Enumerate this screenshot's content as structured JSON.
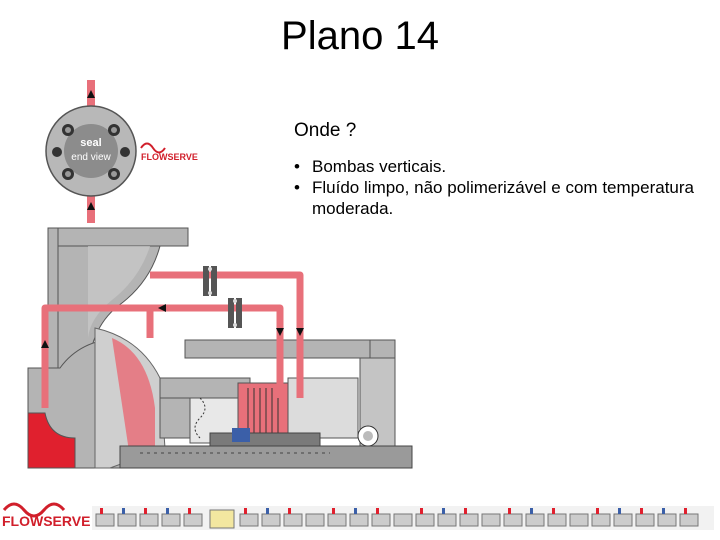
{
  "slide": {
    "title": "Plano 14",
    "heading": "Onde ?",
    "bullets": [
      "Bombas verticais.",
      "Fluído limpo, não polimerizável e com temperatura moderada."
    ]
  },
  "diagram": {
    "seal_label_line1": "seal",
    "seal_label_line2": "end view",
    "brand_small": "FLOWSERVE"
  },
  "footer": {
    "brand": "FLOWSERVE"
  },
  "colors": {
    "pipe": "#e8707a",
    "fluid": "#e0202e",
    "metal": "#b4b4b4",
    "metal_dark": "#7a7a7a",
    "brand_red": "#d11f2b"
  }
}
